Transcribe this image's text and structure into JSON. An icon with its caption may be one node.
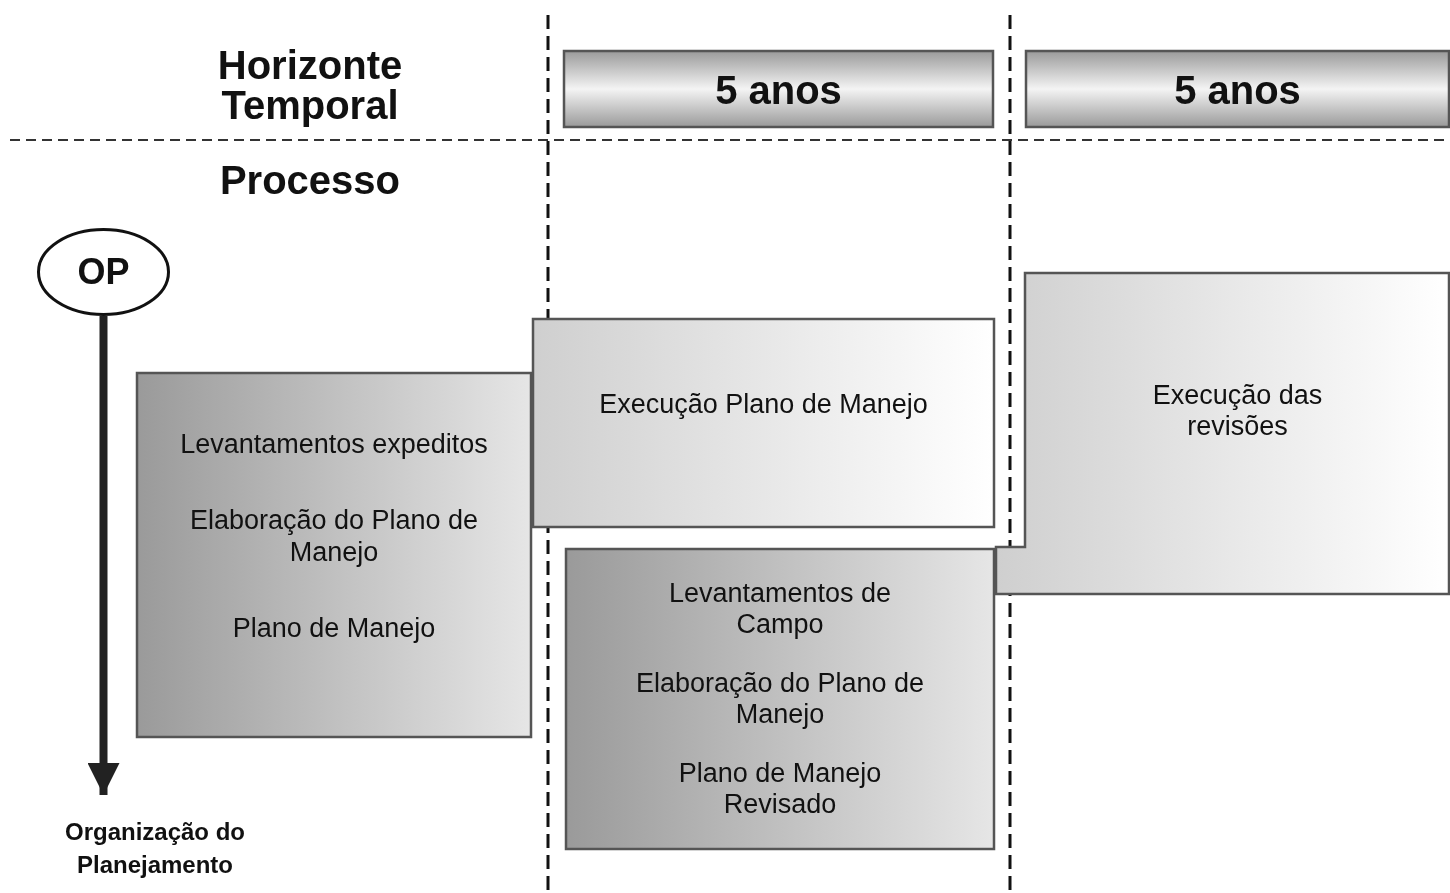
{
  "diagram": {
    "nodes": [
      {
        "text": [
          "5 anos"
        ]
      },
      {
        "text": [
          "5 anos"
        ]
      },
      {
        "text": [
          "OP"
        ]
      },
      {
        "text": [
          "Organização do Planejamento"
        ]
      },
      {
        "text": [
          "Levantamentos expeditos",
          "Elaboração do Plano de Manejo",
          "Plano de Manejo"
        ]
      },
      {
        "text": [
          "Execução Plano de Manejo"
        ]
      },
      {
        "text": [
          "Levantamentos de Campo",
          "Elaboração do Plano de Manejo",
          "Plano de Manejo Revisado"
        ]
      },
      {
        "text": [
          "Execução das revisões"
        ]
      }
    ],
    "edges": [
      {
        "from": 2,
        "to": 3,
        "arrow": "to"
      }
    ],
    "labels": [
      "Horizonte Temporal",
      "Processo"
    ]
  }
}
